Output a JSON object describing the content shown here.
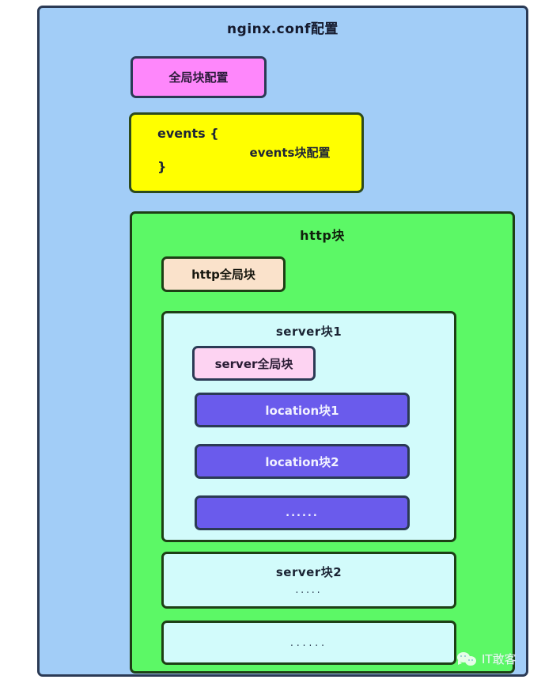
{
  "diagram": {
    "title": "nginx.conf配置",
    "colors": {
      "outer_bg": "#a2cdf7",
      "outer_border": "#2b3a55",
      "global_block_bg": "#fe87fb",
      "events_bg": "#ffff00",
      "events_border": "#2d4a1c",
      "http_bg": "#5cf866",
      "http_border": "#1d3f15",
      "http_global_bg": "#fae2cb",
      "server_bg": "#d2fbfb",
      "server_global_bg": "#fdd3f2",
      "location_bg": "#6a5bec",
      "location_text": "#f2f2ff"
    },
    "global_block": {
      "label": "全局块配置"
    },
    "events_block": {
      "open_brace": "events {",
      "close_brace": "}",
      "label": "events块配置"
    },
    "http_block": {
      "title": "http块",
      "http_global": {
        "label": "http全局块"
      },
      "server_block_1": {
        "title": "server块1",
        "server_global": {
          "label": "server全局块"
        },
        "locations": [
          {
            "label": "location块1"
          },
          {
            "label": "location块2"
          },
          {
            "label": "......"
          }
        ]
      },
      "server_block_2": {
        "title": "server块2",
        "dots": "....."
      },
      "server_more": {
        "dots": "......"
      }
    }
  },
  "watermark": {
    "icon": "wechat-icon",
    "text": "IT敢客"
  }
}
